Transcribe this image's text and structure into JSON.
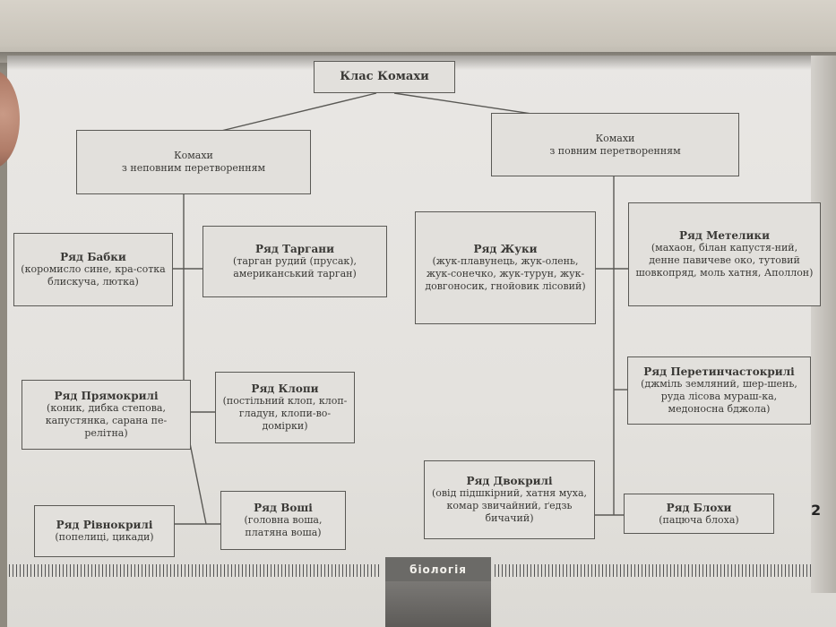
{
  "diagram": {
    "root": "Клас Комахи",
    "incomplete": {
      "title_line1": "Комахи",
      "title_line2": "з неповним перетворенням",
      "orders": [
        {
          "title": "Ряд Бабки",
          "body": "(коромисло сине, кра-сотка блискуча, лютка)"
        },
        {
          "title": "Ряд Таргани",
          "body": "(тарган рудий (прусак), американський тарган)"
        },
        {
          "title": "Ряд Прямокрилі",
          "body": "(коник, дибка степова, капустянка, сарана пе-релітна)"
        },
        {
          "title": "Ряд Клопи",
          "body": "(постільний клоп, клоп-гладун, клопи-во-домірки)"
        },
        {
          "title": "Ряд Рівнокрилі",
          "body": "(попелиці, цикади)"
        },
        {
          "title": "Ряд Воші",
          "body": "(головна воша, платяна воша)"
        }
      ]
    },
    "complete": {
      "title_line1": "Комахи",
      "title_line2": "з повним перетворенням",
      "orders": [
        {
          "title": "Ряд Жуки",
          "body": "(жук-плавунець, жук-олень, жук-сонечко, жук-турун, жук-довгоносик, гнойовик лісовий)"
        },
        {
          "title": "Ряд Метелики",
          "body": "(махаон, білан капустя-ний, денне павичеве око, тутовий шовкопряд, моль хатня, Аполлон)"
        },
        {
          "title": "Ряд Перетинчастокрилі",
          "body": "(джміль земляний, шер-шень, руда лісова мураш-ка, медоносна бджола)"
        },
        {
          "title": "Ряд Двокрилі",
          "body": "(овід підшкірний, хатня муха, комар звичайний, ґедзь бичачий)"
        },
        {
          "title": "Ряд Блохи",
          "body": "(пацюча блоха)"
        }
      ]
    }
  },
  "footer": {
    "section_tag": "біологія"
  },
  "page_number": "2"
}
